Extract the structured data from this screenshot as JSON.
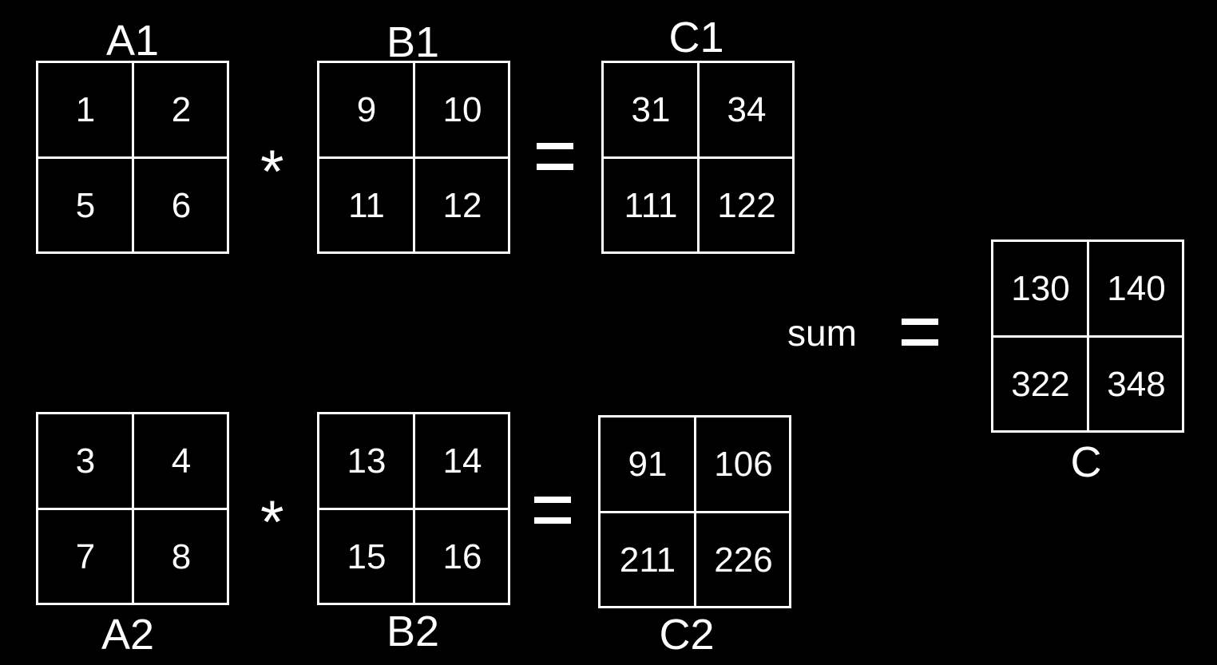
{
  "matrices": {
    "A1": {
      "label": "A1",
      "cells": [
        [
          "1",
          "2"
        ],
        [
          "5",
          "6"
        ]
      ]
    },
    "B1": {
      "label": "B1",
      "cells": [
        [
          "9",
          "10"
        ],
        [
          "11",
          "12"
        ]
      ]
    },
    "C1": {
      "label": "C1",
      "cells": [
        [
          "31",
          "34"
        ],
        [
          "111",
          "122"
        ]
      ]
    },
    "A2": {
      "label": "A2",
      "cells": [
        [
          "3",
          "4"
        ],
        [
          "7",
          "8"
        ]
      ]
    },
    "B2": {
      "label": "B2",
      "cells": [
        [
          "13",
          "14"
        ],
        [
          "15",
          "16"
        ]
      ]
    },
    "C2": {
      "label": "C2",
      "cells": [
        [
          "91",
          "106"
        ],
        [
          "211",
          "226"
        ]
      ]
    },
    "C": {
      "label": "C",
      "cells": [
        [
          "130",
          "140"
        ],
        [
          "322",
          "348"
        ]
      ]
    }
  },
  "operators": {
    "multiply": "*",
    "sum_label": "sum"
  },
  "colors": {
    "background": "#000000",
    "foreground": "#ffffff"
  }
}
